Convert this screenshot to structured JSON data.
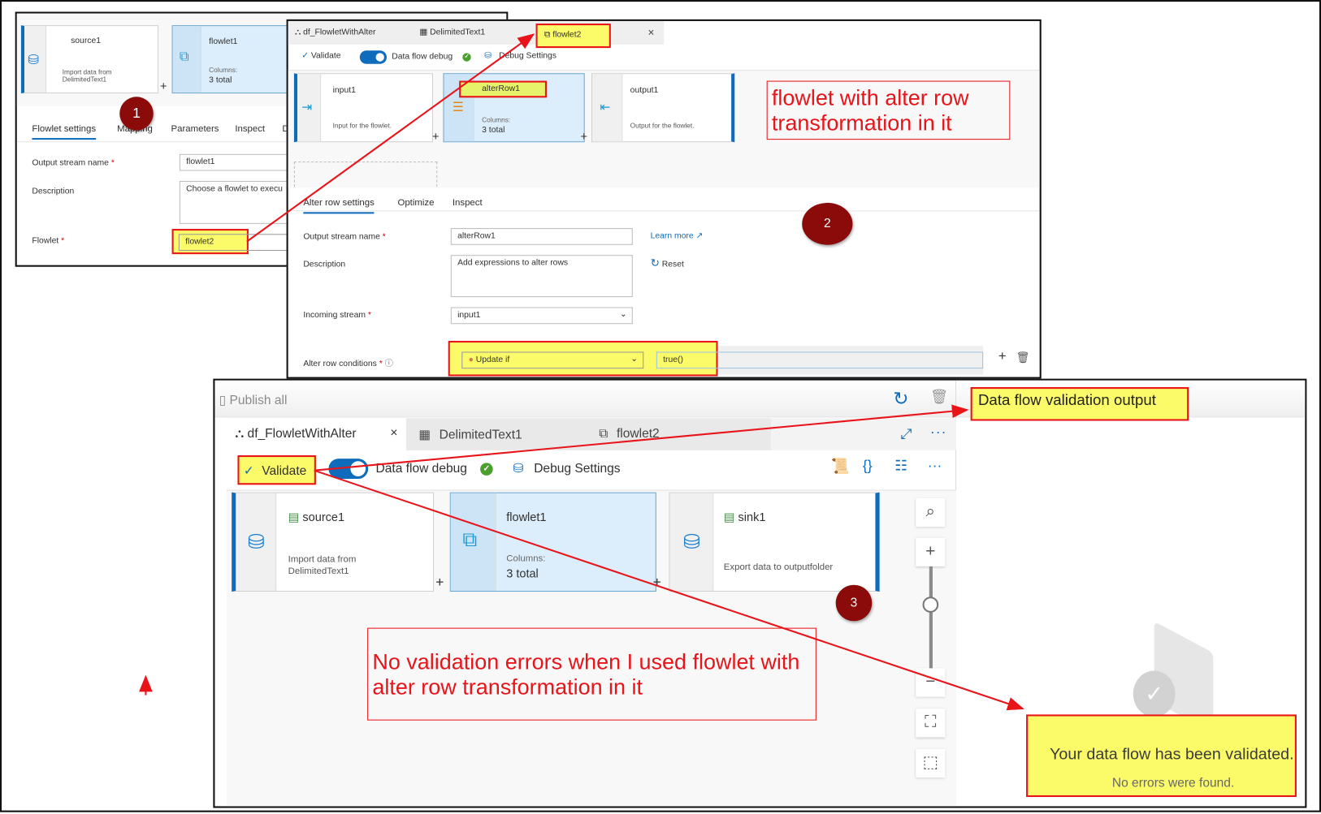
{
  "window1": {
    "nodes": {
      "source": {
        "name": "source1",
        "desc1": "Import data from",
        "desc2": "DelimitedText1"
      },
      "flowlet": {
        "name": "flowlet1",
        "cols_label": "Columns:",
        "cols_value": "3 total"
      }
    },
    "badge": "1",
    "tabs": [
      "Flowlet settings",
      "Mapping",
      "Parameters",
      "Inspect",
      "D"
    ],
    "form": {
      "output_label": "Output stream name",
      "output_value": "flowlet1",
      "desc_label": "Description",
      "desc_value": "Choose a flowlet to execu",
      "flowlet_label": "Flowlet",
      "flowlet_value": "flowlet2",
      "required": "*"
    }
  },
  "window2": {
    "tabs": [
      "df_FlowletWithAlter",
      "DelimitedText1",
      "flowlet2"
    ],
    "close": "×",
    "toolbar": {
      "validate": "Validate",
      "debug": "Data flow debug",
      "debug_settings": "Debug Settings"
    },
    "nodes": {
      "input": {
        "name": "input1",
        "desc": "Input for the flowlet."
      },
      "alter": {
        "name": "alterRow1",
        "cols_label": "Columns:",
        "cols_value": "3 total"
      },
      "output": {
        "name": "output1",
        "desc": "Output for the flowlet."
      }
    },
    "annotation": "flowlet with alter row transformation in it",
    "badge": "2",
    "tabs2": [
      "Alter row settings",
      "Optimize",
      "Inspect"
    ],
    "form": {
      "output_label": "Output stream name",
      "output_value": "alterRow1",
      "learn_more": "Learn more",
      "desc_label": "Description",
      "desc_value": "Add expressions to alter rows",
      "reset": "Reset",
      "incoming_label": "Incoming stream",
      "incoming_value": "input1",
      "conditions_label": "Alter row conditions",
      "condition_type": "Update if",
      "condition_expr": "true()",
      "required": "*"
    }
  },
  "window3": {
    "publish": "Publish all",
    "tabs": [
      "df_FlowletWithAlter",
      "DelimitedText1",
      "flowlet2"
    ],
    "close": "×",
    "toolbar": {
      "validate": "Validate",
      "debug": "Data flow debug",
      "debug_settings": "Debug Settings"
    },
    "nodes": {
      "source": {
        "name": "source1",
        "desc1": "Import data from",
        "desc2": "DelimitedText1"
      },
      "flowlet": {
        "name": "flowlet1",
        "cols_label": "Columns:",
        "cols_value": "3 total"
      },
      "sink": {
        "name": "sink1",
        "desc": "Export data to outputfolder"
      }
    },
    "badge": "3",
    "annotation": "No validation errors when I used flowlet with alter row transformation in it",
    "validation_panel": {
      "title": "Data flow validation output",
      "message": "Your data flow has been validated.",
      "sub": "No errors were found."
    },
    "zoom_level": 0.7
  },
  "colors": {
    "highlight": "#fbfb6a",
    "annotation": "#e8141a",
    "badge": "#8b0a0a",
    "accent": "#0f6cbd",
    "node_selected": "#dceefc"
  }
}
